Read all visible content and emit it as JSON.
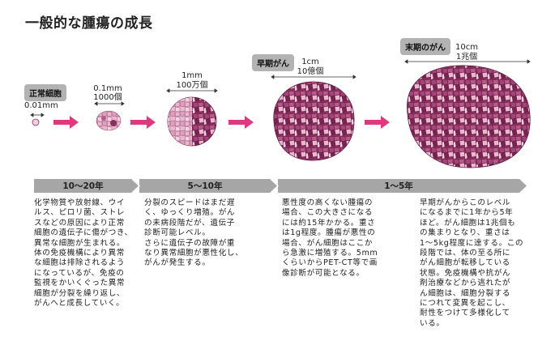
{
  "title": "一般的な腫瘍の成長",
  "stages": [
    {
      "badge": "正常細胞",
      "size_line1": "0.01mm",
      "size_line2": ""
    },
    {
      "badge": "",
      "size_line1": "0.1mm",
      "size_line2": "1000個"
    },
    {
      "badge": "",
      "size_line1": "1mm",
      "size_line2": "100万個"
    },
    {
      "badge": "早期がん",
      "size_line1": "1cm",
      "size_line2": "10億個"
    },
    {
      "badge": "末期のがん",
      "size_line1": "10cm",
      "size_line2": "1兆個"
    }
  ],
  "phases": [
    {
      "label": "10〜20年"
    },
    {
      "label": "5〜10年"
    },
    {
      "label": "1〜5年"
    }
  ],
  "descriptions": [
    "化学物質や放射線、ウイ\nルス、ピロリ菌、ストレ\nスなどの原因により正常\n細胞の遺伝子に傷がつき、\n異常な細胞が生まれる。\n体の免疫機構により異常\nな細胞は排除されるよう\nになっているが、免疫の\n監視をかいくぐった異常\n細胞が分裂を繰り返し、\nがんへと成長していく。",
    "分裂のスピードはまだ遅\nく、ゆっくり増殖。がん\nの未病段階だが、遺伝子\n診断可能レベル。\nさらに遺伝子の故障が重\nなり異常細胞が悪性化し、\nがんが発生する。",
    "悪性度の高くない腫瘍の\n場合、この大きさになる\nには約15年かかる。重さ\nは1g程度。腫瘍が悪性の\n場合、がん細胞はここか\nら急激に増殖する。5mm\nくらいからPET-CT等で画\n像診断が可能となる。",
    "早期がんからこのレベル\nになるまでに1年から5年\nほど。がん細胞は1兆個も\nの集まりとなり、重さは\n1〜5kg程度に達する。この\n段階では、体の至る所に\nがん細胞が転移している\n状態。免疫機構や抗がん\n剤治療などから逃れたが\nん細胞は、細胞分裂する\nにつれて変異を起こし、\n耐性をつけて多様化して\nいる。"
  ],
  "colors": {
    "arrow": "#e0387f",
    "cell_dark": "#8c2f5e",
    "cell_light": "#e9b7cf",
    "cell_mid": "#b85a88",
    "phase_bg": "#a6a6a6",
    "badge_bg": "#b3b3b3"
  }
}
